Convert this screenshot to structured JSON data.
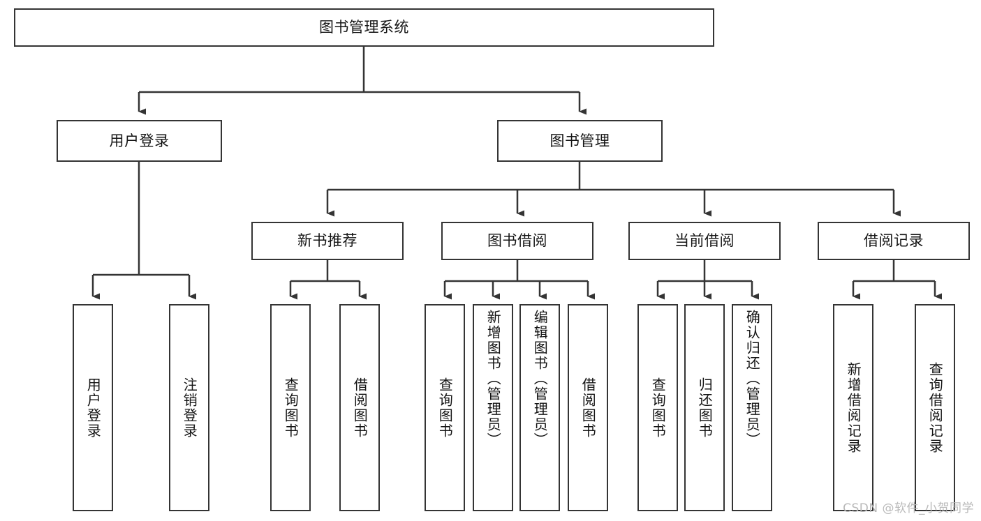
{
  "diagram": {
    "type": "tree",
    "title": "图书管理系统",
    "root": {
      "id": "root",
      "label": "图书管理系统"
    },
    "level2": [
      {
        "id": "user-login",
        "label": "用户登录"
      },
      {
        "id": "book-manage",
        "label": "图书管理"
      }
    ],
    "level3": [
      {
        "id": "new-book-rec",
        "label": "新书推荐",
        "parent": "book-manage"
      },
      {
        "id": "book-borrow",
        "label": "图书借阅",
        "parent": "book-manage"
      },
      {
        "id": "current-borrow",
        "label": "当前借阅",
        "parent": "book-manage"
      },
      {
        "id": "borrow-record",
        "label": "借阅记录",
        "parent": "book-manage"
      }
    ],
    "leaves": [
      {
        "id": "leaf-user-login",
        "label": "用户登录",
        "parent": "user-login"
      },
      {
        "id": "leaf-user-logout",
        "label": "注销登录",
        "parent": "user-login"
      },
      {
        "id": "leaf-query-book-1",
        "label": "查询图书",
        "parent": "new-book-rec"
      },
      {
        "id": "leaf-borrow-book-1",
        "label": "借阅图书",
        "parent": "new-book-rec"
      },
      {
        "id": "leaf-query-book-2",
        "label": "查询图书",
        "parent": "book-borrow"
      },
      {
        "id": "leaf-add-book",
        "label": "新增图书（管理员）",
        "parent": "book-borrow"
      },
      {
        "id": "leaf-edit-book",
        "label": "编辑图书（管理员）",
        "parent": "book-borrow"
      },
      {
        "id": "leaf-borrow-book-2",
        "label": "借阅图书",
        "parent": "book-borrow"
      },
      {
        "id": "leaf-query-book-3",
        "label": "查询图书",
        "parent": "current-borrow"
      },
      {
        "id": "leaf-return-book",
        "label": "归还图书",
        "parent": "current-borrow"
      },
      {
        "id": "leaf-confirm-return",
        "label": "确认归还（管理员）",
        "parent": "current-borrow"
      },
      {
        "id": "leaf-add-record",
        "label": "新增借阅记录",
        "parent": "borrow-record"
      },
      {
        "id": "leaf-query-record",
        "label": "查询借阅记录",
        "parent": "borrow-record"
      }
    ],
    "colors": {
      "stroke": "#343434",
      "fill": "#ffffff",
      "text": "#141414",
      "watermark": "#b9b9b9"
    }
  },
  "watermark": {
    "text": "CSDN @软件_小贺同学"
  }
}
